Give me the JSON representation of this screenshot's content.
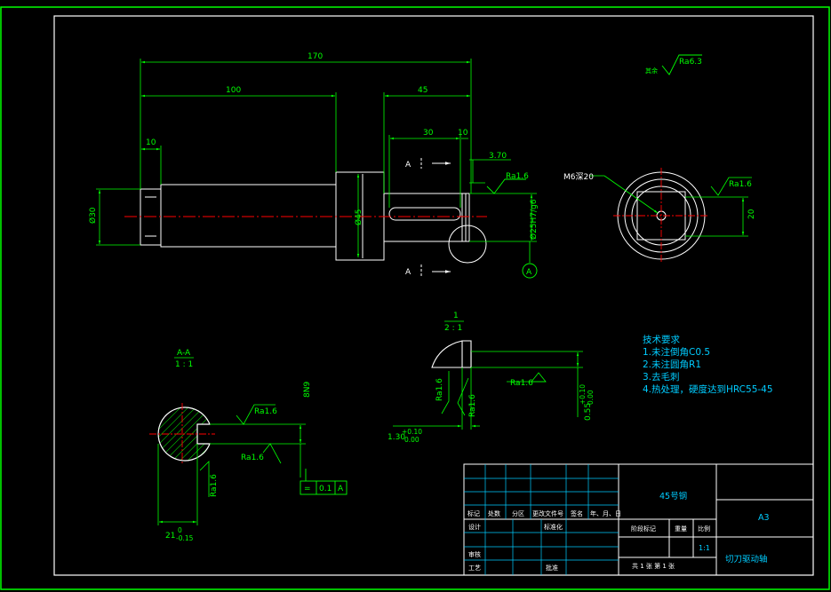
{
  "dimensions": {
    "total_length": "170",
    "shoulder_length": "100",
    "key_end_length": "45",
    "key_length": "30",
    "end_offset": "10",
    "chamfer_length": "10",
    "groove_depth": "3.70",
    "dia_left": "Ø30",
    "dia_collar": "Ø45",
    "dia_fit": "Ø25H7/g6",
    "center_hole": "M6深20",
    "end_flat": "20",
    "section_width": "21",
    "section_tol_upper": "0",
    "section_tol_lower": "-0.15",
    "key_tol": "8N9",
    "detail_width": "1.30",
    "detail_width_tol_upper": "+0.10",
    "detail_width_tol_lower": "0.00",
    "detail_depth": "0.55",
    "detail_depth_tol_upper": "+0.10",
    "detail_depth_tol_lower": "0.00"
  },
  "roughness": {
    "general": "Ra6.3",
    "general_prefix": "其余",
    "fit": "Ra1.6",
    "end_face": "Ra1.6",
    "section_top": "Ra1.6",
    "section_key": "Ra1.6",
    "section_side": "Ra1.6",
    "detail_bottom": "Ra1.6",
    "detail_side1": "Ra1.6",
    "detail_side2": "Ra1.6"
  },
  "labels": {
    "section_arrow_top": "A",
    "section_arrow_bottom": "A",
    "datum": "A",
    "section_title": "A-A",
    "section_scale": "1 : 1",
    "detail_num": "1",
    "detail_scale": "2 : 1",
    "tolerance_symbol": "=",
    "tolerance_value": "0.1",
    "tolerance_datum": "A"
  },
  "tech_requirements": {
    "title": "技术要求",
    "items": [
      "1.未注倒角C0.5",
      "2.未注圆角R1",
      "3.去毛刺",
      "4.热处理，硬度达到HRC55-45"
    ]
  },
  "title_block": {
    "material": "45号钢",
    "sheet_size": "A3",
    "part_name": "切刀驱动轴",
    "scale_value": "1:1",
    "headers": [
      "标记",
      "处数",
      "分区",
      "更改文件号",
      "签名",
      "年、月、日"
    ],
    "design": "设计",
    "standardization": "标准化",
    "review": "审核",
    "process": "工艺",
    "approve": "批准",
    "stage_mark": "阶段标记",
    "weight": "重量",
    "scale": "比例",
    "sheet_info": "共 1 张 第 1 张"
  },
  "colors": {
    "background": "#000000",
    "border": "#00ff00",
    "outline": "#ffffff",
    "centerline": "#ff0000",
    "dimension": "#00ff00",
    "notes": "#00ccff"
  }
}
